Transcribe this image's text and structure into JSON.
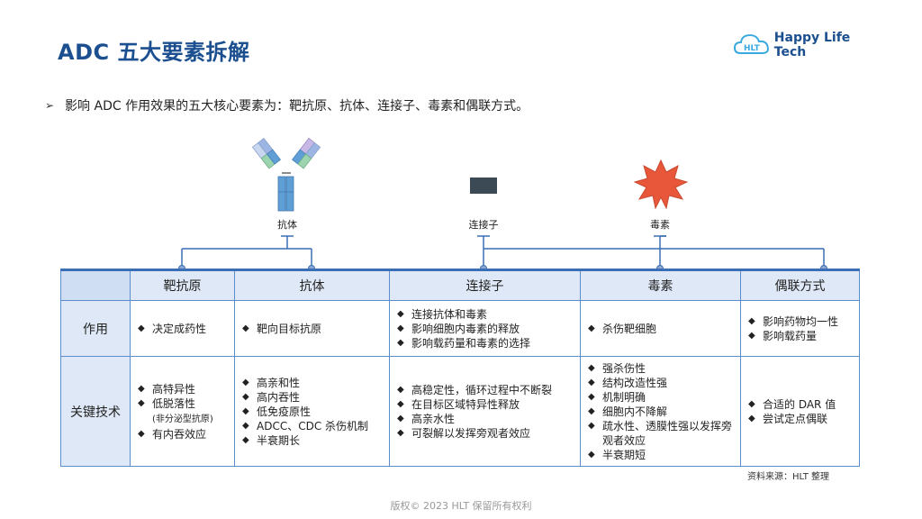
{
  "title": "ADC 五大要素拆解",
  "logo": {
    "text": "Happy Life Tech",
    "mark": "HLT"
  },
  "bullet": "影响 ADC 作用效果的五大核心要素为：靶抗原、抗体、连接子、毒素和偶联方式。",
  "illustrations": {
    "antibody_label": "抗体",
    "linker_label": "连接子",
    "toxin_label": "毒素"
  },
  "table": {
    "headers": [
      "靶抗原",
      "抗体",
      "连接子",
      "毒素",
      "偶联方式"
    ],
    "rows": [
      {
        "label": "作用",
        "cells": [
          [
            {
              "text": "决定成药性"
            }
          ],
          [
            {
              "text": "靶向目标抗原"
            }
          ],
          [
            {
              "text": "连接抗体和毒素"
            },
            {
              "text": "影响细胞内毒素的释放"
            },
            {
              "text": "影响载药量和毒素的选择"
            }
          ],
          [
            {
              "text": "杀伤靶细胞"
            }
          ],
          [
            {
              "text": "影响药物均一性"
            },
            {
              "text": "影响载药量"
            }
          ]
        ]
      },
      {
        "label": "关键技术",
        "cells": [
          [
            {
              "text": "高特异性"
            },
            {
              "text": "低脱落性",
              "sub": "(非分泌型抗原)"
            },
            {
              "text": "有内吞效应"
            }
          ],
          [
            {
              "text": "高亲和性"
            },
            {
              "text": "高内吞性"
            },
            {
              "text": "低免疫原性"
            },
            {
              "text": "ADCC、CDC 杀伤机制"
            },
            {
              "text": "半衰期长"
            }
          ],
          [
            {
              "text": "高稳定性，循环过程中不断裂"
            },
            {
              "text": "在目标区域特异性释放"
            },
            {
              "text": "高亲水性"
            },
            {
              "text": "可裂解以发挥旁观者效应"
            }
          ],
          [
            {
              "text": "强杀伤性"
            },
            {
              "text": "结构改造性强"
            },
            {
              "text": "机制明确"
            },
            {
              "text": "细胞内不降解"
            },
            {
              "text": "疏水性、透膜性强以发挥旁观者效应"
            },
            {
              "text": "半衰期短"
            }
          ],
          [
            {
              "text": "合适的 DAR 值"
            },
            {
              "text": "尝试定点偶联"
            }
          ]
        ]
      }
    ]
  },
  "source": "资料来源：HLT 整理",
  "footer": "版权© 2023 HLT 保留所有权利",
  "colors": {
    "title": "#1b4f8f",
    "border": "#5b8ccc",
    "header_bg": "#dfe8f6",
    "toxin": "#e8573a",
    "linker": "#3b4a55"
  }
}
